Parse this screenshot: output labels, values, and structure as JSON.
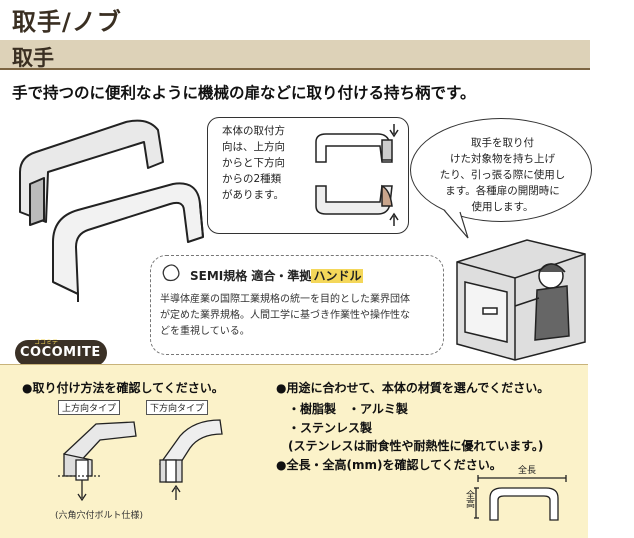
{
  "page": {
    "title": "取手/ノブ"
  },
  "section": {
    "title": "取手"
  },
  "lead": "手で持つのに便利なように機械の扉などに取り付ける持ち柄です。",
  "mount_callout": {
    "lines": [
      "本体の取付方",
      "向は、上方向",
      "からと下方向",
      "からの2種類",
      "があります。"
    ]
  },
  "speech_bubble": {
    "lines": [
      "取手を取り付",
      "けた対象物を持ち上げ",
      "たり、引っ張る際に使用し",
      "ます。各種扉の開閉時に",
      "使用します。"
    ]
  },
  "semi": {
    "heading_prefix": "SEMI規格 適合・準拠",
    "heading_highlight": "ハンドル",
    "body_lines": [
      "半導体産業の国際工業規格の統一を目的とした業界団体",
      "が定めた業界規格。人間工学に基づき作業性や操作性な",
      "どを重視している。"
    ]
  },
  "badge": {
    "label": "COCOMITE",
    "sub": "ココミテ"
  },
  "tips": {
    "left_heading": "●取り付け方法を確認してください。",
    "tag_up": "上方向タイプ",
    "tag_down": "下方向タイプ",
    "bolt_note": "(六角穴付ボルト仕様)",
    "material_heading": "●用途に合わせて、本体の材質を選んでください。",
    "material_line1": "・樹脂製　・アルミ製",
    "material_line2": "・ステンレス製",
    "material_note": "(ステンレスは耐食性や耐熱性に優れています。)",
    "size_heading": "●全長・全高(mm)を確認してください。",
    "dim_width": "全長",
    "dim_height": "全高"
  },
  "colors": {
    "section_bar": "#ddd2b8",
    "tips_panel": "#fbf2c9",
    "highlight": "#f4d75a",
    "badge": "#3b3126"
  }
}
